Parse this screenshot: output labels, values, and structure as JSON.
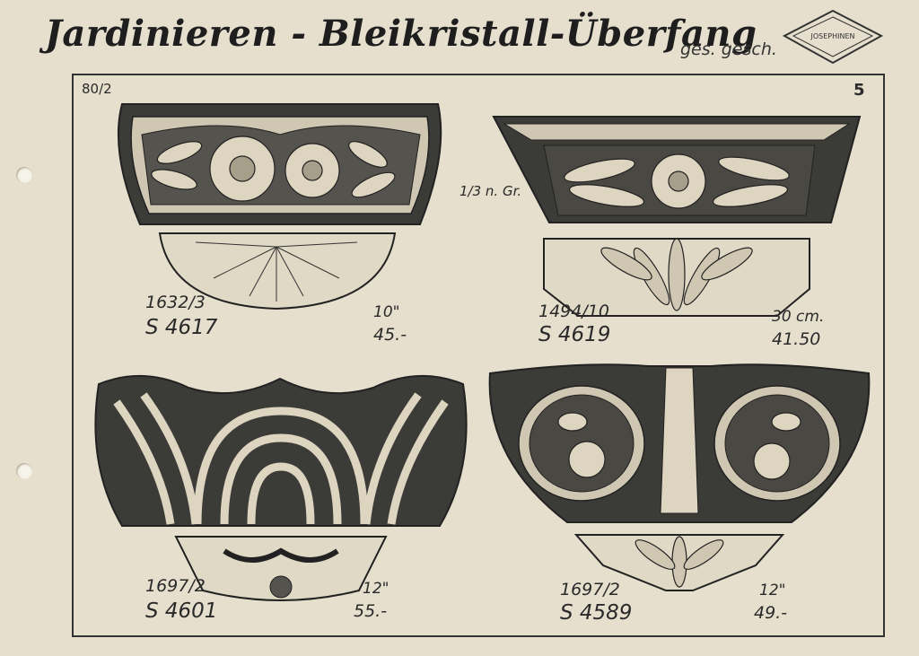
{
  "header": {
    "title": "Jardinieren - Bleikristall-Überfang",
    "subtitle": "ges. gesch.",
    "logo_text": "JOSEPHINEN"
  },
  "page": {
    "code": "80/2",
    "number": "5",
    "scale_note": "1/3 n. Gr."
  },
  "products": [
    {
      "model": "1632/3",
      "sku": "S 4617",
      "size": "10\"",
      "price": "45.-"
    },
    {
      "model": "1494/10",
      "sku": "S 4619",
      "size": "30 cm.",
      "price": "41.50"
    },
    {
      "model": "1697/2",
      "sku": "S 4601",
      "size": "12\"",
      "price": "55.-"
    },
    {
      "model": "1697/2",
      "sku": "S 4589",
      "size": "12\"",
      "price": "49.-"
    }
  ],
  "colors": {
    "paper": "#e6dfcd",
    "ink": "#2a2a2a"
  }
}
